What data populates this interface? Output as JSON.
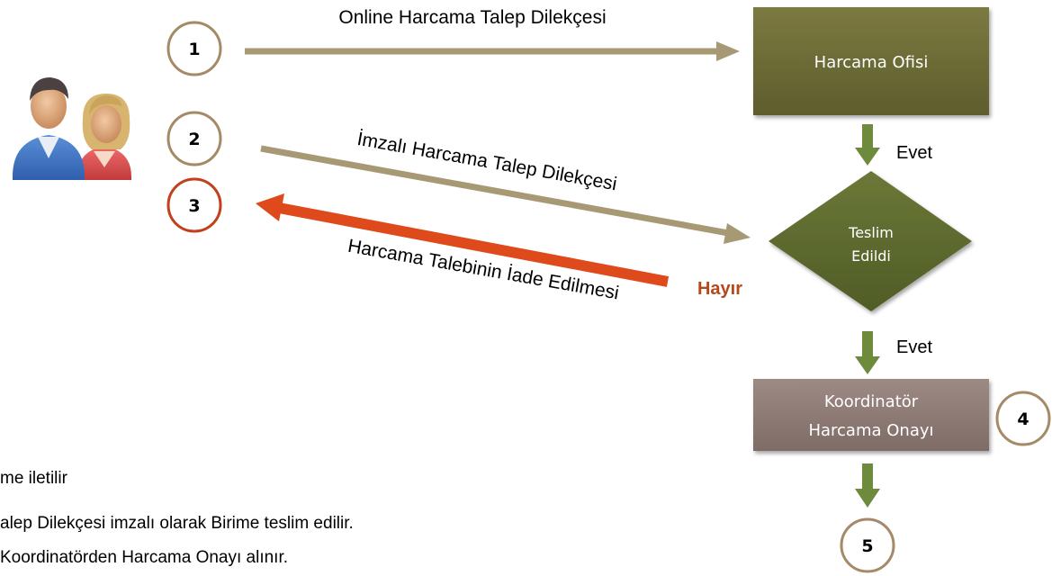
{
  "steps": {
    "s1": "1",
    "s2": "2",
    "s3": "3",
    "s4": "4",
    "s5": "5"
  },
  "arrows": {
    "online_request": "Online Harcama Talep Dilekçesi",
    "signed_request": "İmzalı Harcama Talep Dilekçesi",
    "return_request": "Harcama Talebinin İade Edilmesi"
  },
  "nodes": {
    "office": "Harcama Ofisi",
    "decision_line1": "Teslim",
    "decision_line2": "Edildi",
    "coordinator_line1": "Koordinatör",
    "coordinator_line2": "Harcama Onayı"
  },
  "branch_labels": {
    "yes_top": "Evet",
    "yes_bottom": "Evet",
    "no": "Hayır"
  },
  "notes": [
    "me iletilir",
    "alep Dilekçesi imzalı olarak Birime teslim edilir.",
    " Koordinatörden Harcama Onayı alınır."
  ],
  "icons": {
    "users": "users-icon"
  },
  "colors": {
    "office_box": "#6b6a35",
    "decision_diamond": "#5d6a30",
    "coordinator_box": "#8f7b76",
    "green_arrow": "#6e8a3c",
    "tan_arrow": "#a89975",
    "red_arrow": "#df4a1c",
    "circle_border": "#a58a68",
    "circle_border_red": "#c2411c",
    "hayir_text": "#b5481a"
  }
}
